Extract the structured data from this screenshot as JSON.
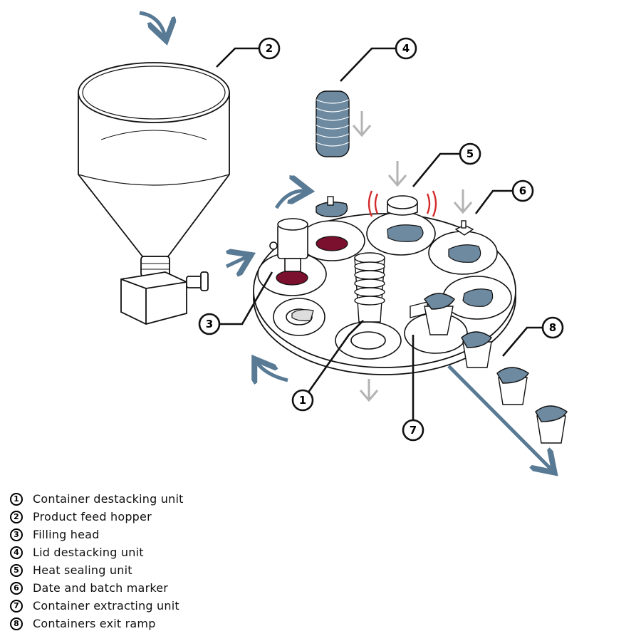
{
  "colors": {
    "line": "#111111",
    "accent_blue": "#587a94",
    "lid_fill": "#6d8aa1",
    "product": "#7a0f2e",
    "gray_arrow": "#b3b3b3",
    "heat_red": "#d22b2b"
  },
  "legend": [
    {
      "num": "1",
      "label": "Container destacking unit"
    },
    {
      "num": "2",
      "label": "Product feed hopper"
    },
    {
      "num": "3",
      "label": "Filling head"
    },
    {
      "num": "4",
      "label": "Lid destacking unit"
    },
    {
      "num": "5",
      "label": "Heat sealing unit"
    },
    {
      "num": "6",
      "label": "Date and batch marker"
    },
    {
      "num": "7",
      "label": "Container extracting unit"
    },
    {
      "num": "8",
      "label": "Containers exit ramp"
    }
  ]
}
